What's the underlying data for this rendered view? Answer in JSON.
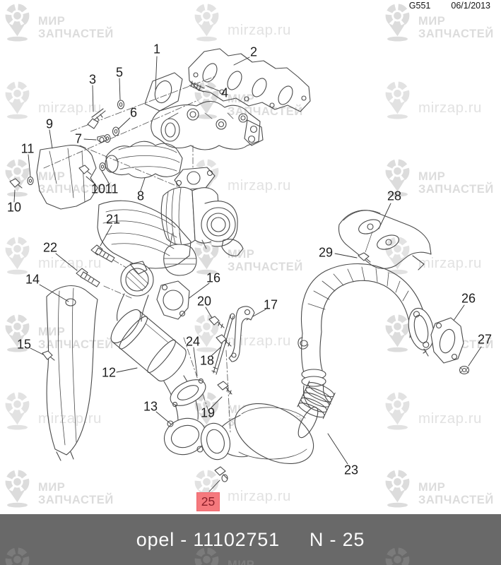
{
  "header": {
    "drawing_code": "G551",
    "date": "06/1/2013"
  },
  "footer": {
    "part_text": "opel - 11102751",
    "position_text": "N - 25"
  },
  "watermark": {
    "brand_line1": "МИР",
    "brand_line2": "ЗАПЧАСТЕЙ",
    "url": "mirzap.ru"
  },
  "highlight": {
    "label": "25"
  },
  "colors": {
    "highlight_bg": "#f5797d",
    "highlight_text": "#8b1e28",
    "footer_bg": "#696969",
    "footer_text": "#fcfcfc",
    "line": "#4a4a4a",
    "watermark": "#dcdcdc"
  },
  "callouts": [
    {
      "label": "1"
    },
    {
      "label": "2"
    },
    {
      "label": "3"
    },
    {
      "label": "4"
    },
    {
      "label": "5"
    },
    {
      "label": "6"
    },
    {
      "label": "7"
    },
    {
      "label": "8"
    },
    {
      "label": "9"
    },
    {
      "label": "10"
    },
    {
      "label": "11"
    },
    {
      "label": "10"
    },
    {
      "label": "11"
    },
    {
      "label": "12"
    },
    {
      "label": "13"
    },
    {
      "label": "14"
    },
    {
      "label": "15"
    },
    {
      "label": "16"
    },
    {
      "label": "17"
    },
    {
      "label": "18"
    },
    {
      "label": "19"
    },
    {
      "label": "20"
    },
    {
      "label": "21"
    },
    {
      "label": "22"
    },
    {
      "label": "23"
    },
    {
      "label": "24"
    },
    {
      "label": "26"
    },
    {
      "label": "27"
    },
    {
      "label": "28"
    },
    {
      "label": "29"
    }
  ]
}
